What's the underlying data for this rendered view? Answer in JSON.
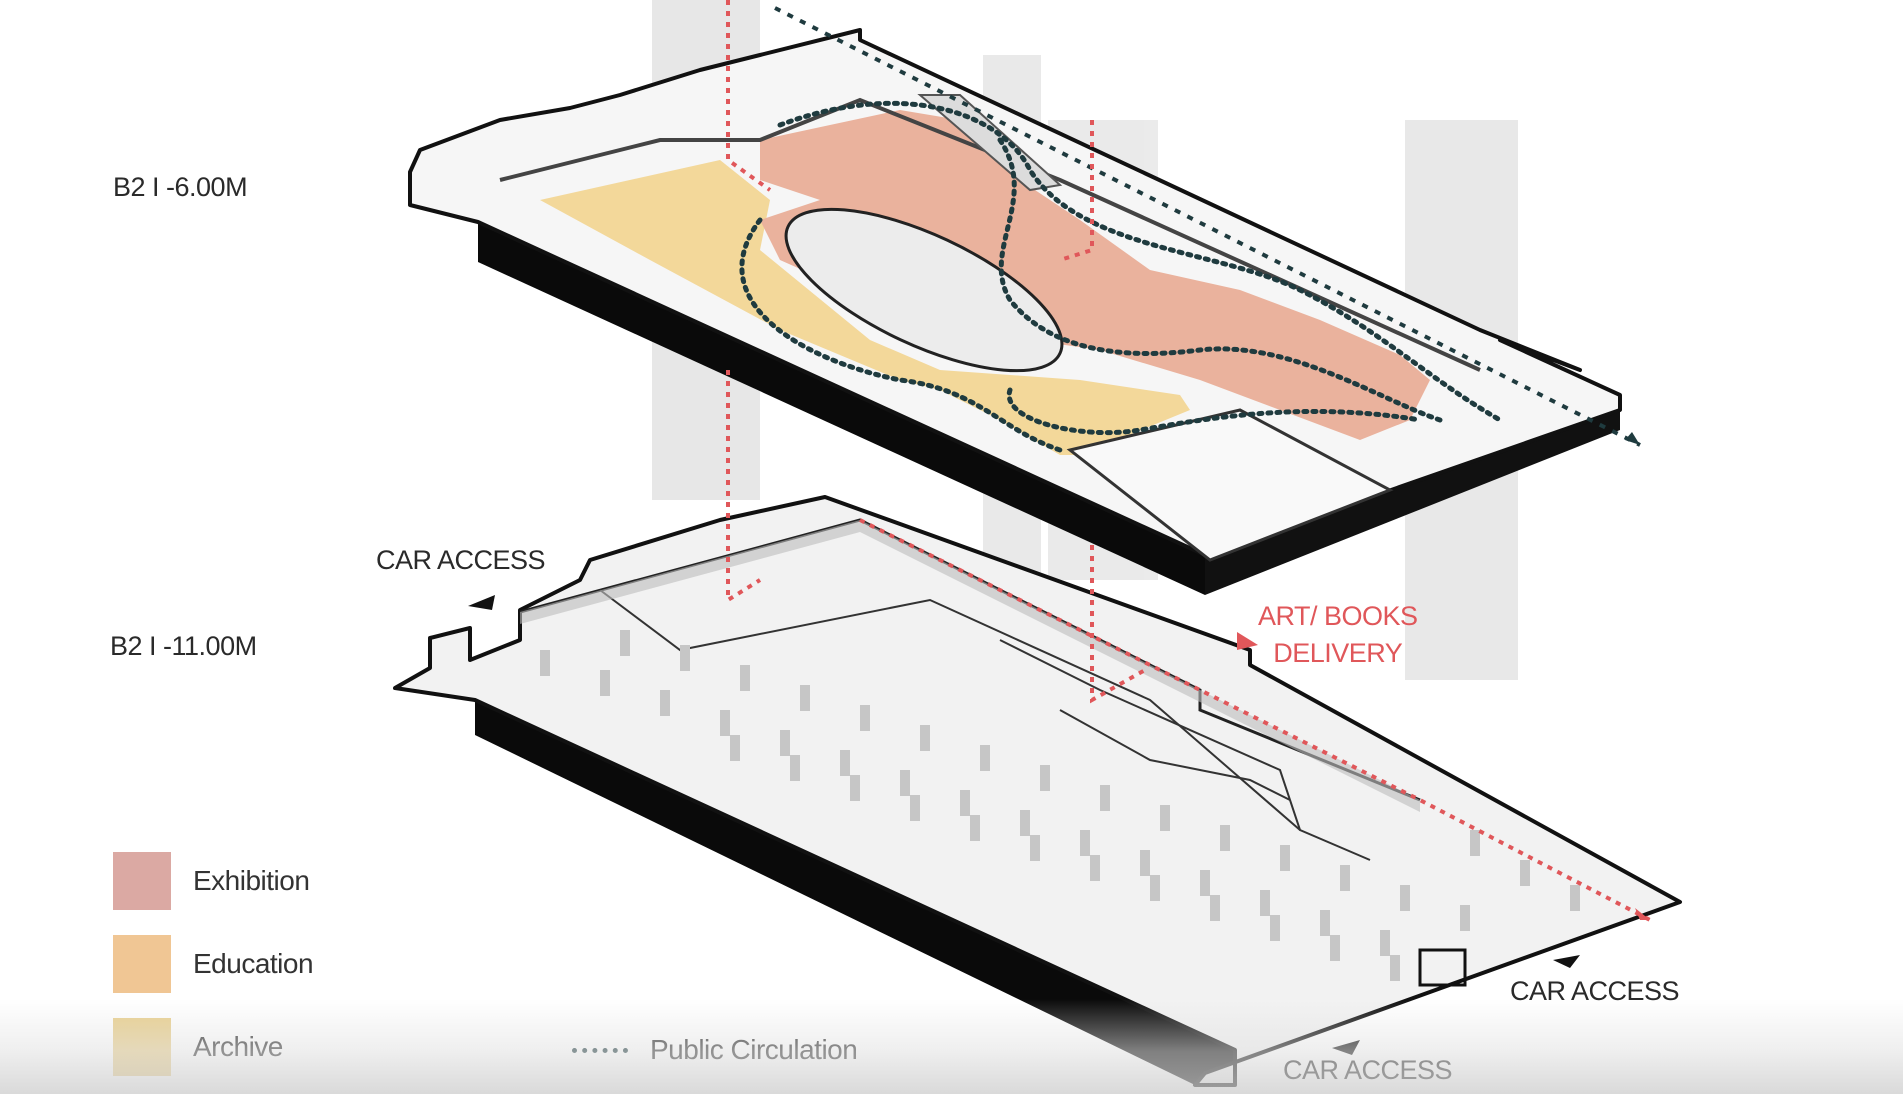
{
  "levels": {
    "upper": "B2 I -6.00M",
    "lower": "B2 I -11.00M"
  },
  "annotations": {
    "car_access_left": "CAR ACCESS",
    "car_access_right": "CAR ACCESS",
    "car_access_bottom": "CAR ACCESS",
    "delivery_line1": "ART/ BOOKS",
    "delivery_line2": "DELIVERY"
  },
  "legend": {
    "exhibition": "Exhibition",
    "education": "Education",
    "archive": "Archive",
    "circulation": "Public Circulation"
  },
  "colors": {
    "exhibition": "#dba9a3",
    "education": "#f0c694",
    "archive": "#e9cf8d",
    "exhibition_floor": "#eab29d",
    "archive_floor": "#f3d89a",
    "circulation": "#1f3b3f",
    "delivery": "#e0575a",
    "slab_dark": "#0a0a0a"
  }
}
